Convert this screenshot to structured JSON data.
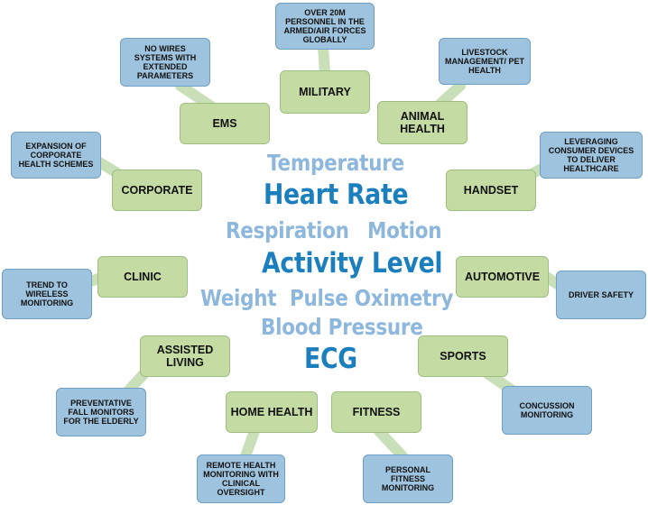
{
  "colors": {
    "segment_box": "#c4dca4",
    "detail_box": "#9ec3de",
    "connector": "#c9dfb8",
    "metric_light": "#8db7dc",
    "metric_dark": "#1b7fbd"
  },
  "metrics": {
    "temperature": "Temperature",
    "heart_rate": "Heart Rate",
    "respiration": "Respiration",
    "motion": "Motion",
    "activity_level": "Activity Level",
    "weight": "Weight",
    "pulse_oximetry": "Pulse Oximetry",
    "blood_pressure": "Blood Pressure",
    "ecg": "ECG"
  },
  "segments": {
    "military": {
      "label": "MILITARY",
      "detail": "OVER 20M PERSONNEL IN THE ARMED/AIR FORCES GLOBALLY"
    },
    "ems": {
      "label": "EMS",
      "detail": "NO WIRES SYSTEMS WITH EXTENDED PARAMETERS"
    },
    "animal_health": {
      "label": "ANIMAL HEALTH",
      "detail": "LIVESTOCK MANAGEMENT/ PET HEALTH"
    },
    "corporate": {
      "label": "CORPORATE",
      "detail": "EXPANSION OF CORPORATE HEALTH SCHEMES"
    },
    "handset": {
      "label": "HANDSET",
      "detail": "LEVERAGING CONSUMER DEVICES TO DELIVER HEALTHCARE"
    },
    "clinic": {
      "label": "CLINIC",
      "detail": "TREND TO WIRELESS MONITORING"
    },
    "automotive": {
      "label": "AUTOMOTIVE",
      "detail": "DRIVER SAFETY"
    },
    "assisted_living": {
      "label": "ASSISTED LIVING",
      "detail": "PREVENTATIVE FALL MONITORS FOR THE ELDERLY"
    },
    "sports": {
      "label": "SPORTS",
      "detail": "CONCUSSION MONITORING"
    },
    "home_health": {
      "label": "HOME HEALTH",
      "detail": "REMOTE HEALTH MONITORING WITH CLINICAL OVERSIGHT"
    },
    "fitness": {
      "label": "FITNESS",
      "detail": "PERSONAL FITNESS MONITORING"
    }
  }
}
